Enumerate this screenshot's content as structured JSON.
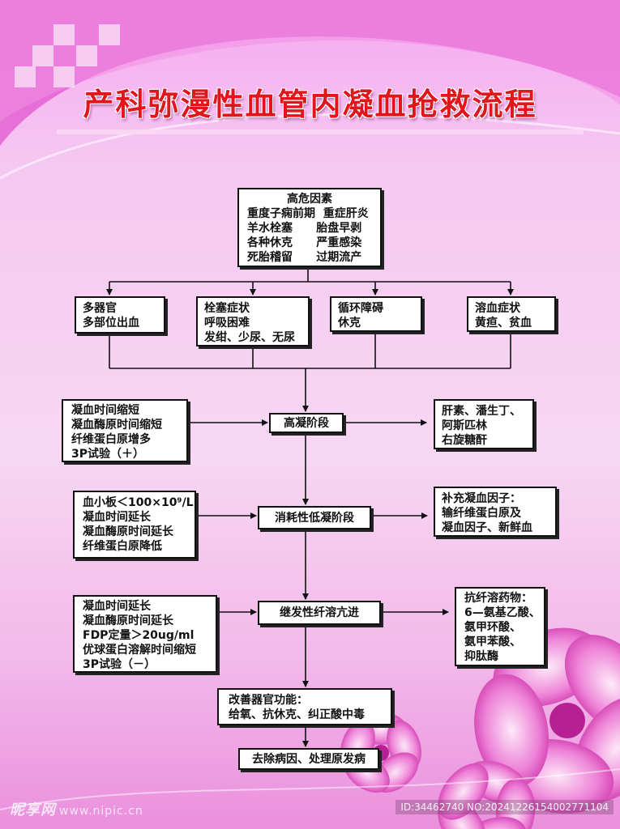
{
  "title": "产科弥漫性血管内凝血抢救流程",
  "colors": {
    "title": "#e0161c",
    "background": "#f5c8f2",
    "accent": "#d21fa8"
  },
  "risk": {
    "heading": "高危因素",
    "lines": [
      "重度子痫前期  重症肝炎",
      "羊水栓塞      胎盘早剥",
      "各种休克      严重感染",
      "死胎稽留      过期流产"
    ]
  },
  "symptoms": [
    {
      "lines": [
        "多器官",
        "多部位出血"
      ]
    },
    {
      "lines": [
        "栓塞症状",
        "呼吸困难",
        "发绀、少尿、无尿"
      ]
    },
    {
      "lines": [
        "循环障碍",
        "休克"
      ]
    },
    {
      "lines": [
        "溶血症状",
        "黄疸、贫血"
      ]
    }
  ],
  "stages": [
    {
      "label": "高凝阶段",
      "findings": [
        "凝血时间缩短",
        "凝血酶原时间缩短",
        "纤维蛋白原增多",
        "3P试验（＋）"
      ],
      "treatment": [
        "肝素、潘生丁、",
        "阿斯匹林",
        "右旋糖酐"
      ]
    },
    {
      "label": "消耗性低凝阶段",
      "findings": [
        "血小板＜100×10⁹/L",
        "凝血时间延长",
        "凝血酶原时间延长",
        "纤维蛋白原降低"
      ],
      "treatment": [
        "补充凝血因子：",
        "输纤维蛋白原及",
        "凝血因子、新鲜血"
      ]
    },
    {
      "label": "继发性纤溶亢进",
      "findings": [
        "凝血时间延长",
        "凝血酶原时间延长",
        "FDP定量＞20ug/ml",
        "优球蛋白溶解时间缩短",
        "3P试验（－）"
      ],
      "treatment": [
        "抗纤溶药物：",
        "6—氨基乙酸、",
        "氨甲环酸、",
        "氨甲苯酸、",
        "抑肽酶"
      ]
    }
  ],
  "organ": {
    "lines": [
      "改善器官功能：",
      "给氧、抗休克、纠正酸中毒"
    ]
  },
  "cause": {
    "label": "去除病因、处理原发病"
  },
  "watermark": {
    "logo": "昵享网",
    "url": "www.nipic.cn",
    "id": "ID:34462740 NO:20241226154002771104"
  }
}
